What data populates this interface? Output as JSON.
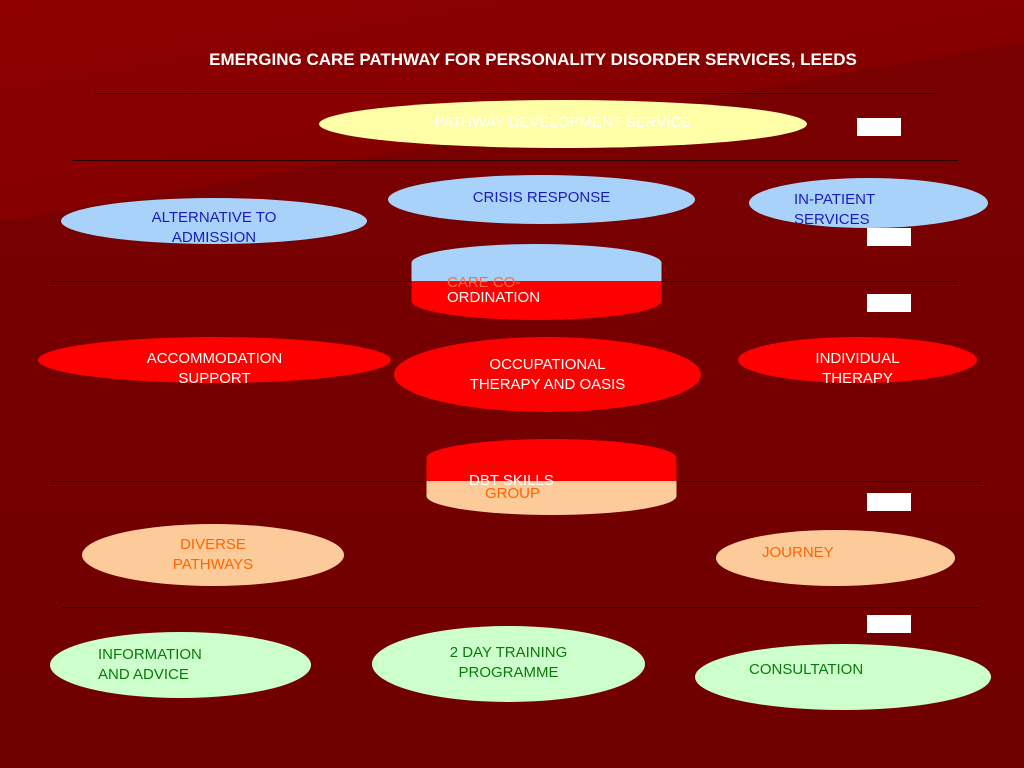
{
  "title": "EMERGING CARE PATHWAY FOR PERSONALITY DISORDER SERVICES, LEEDS",
  "colors": {
    "background": "#780000",
    "yellow_oval": "#ffffa8",
    "blue_oval": "#a9d2fb",
    "red_oval": "#ff0000",
    "peach_oval": "#fdcb9a",
    "green_oval": "#ccffcc"
  },
  "levels": {
    "level_5": "5",
    "level_4": "4",
    "level_3": "3",
    "level_2": "2",
    "level_1": "1"
  },
  "nodes": {
    "pathway_development": "PATHWAY DEVELOPMENT SERVICE",
    "crisis_response": "CRISIS RESPONSE",
    "alternative_admission": [
      "ALTERNATIVE TO",
      "ADMISSION"
    ],
    "inpatient_services": [
      "IN-PATIENT",
      "SERVICES"
    ],
    "care_coordination": [
      "CARE CO-",
      "ORDINATION"
    ],
    "accommodation_support": [
      "ACCOMMODATION",
      "SUPPORT"
    ],
    "occupational_therapy": [
      "OCCUPATIONAL",
      "THERAPY AND OASIS"
    ],
    "individual_therapy": [
      "INDIVIDUAL",
      "THERAPY"
    ],
    "dbt_skills": [
      "DBT SKILLS",
      "GROUP"
    ],
    "diverse_pathways": [
      "DIVERSE",
      "PATHWAYS"
    ],
    "journey": "JOURNEY",
    "information_advice": [
      "INFORMATION",
      "AND ADVICE"
    ],
    "training_programme": [
      "2 DAY TRAINING",
      "PROGRAMME"
    ],
    "consultation": "CONSULTATION"
  }
}
